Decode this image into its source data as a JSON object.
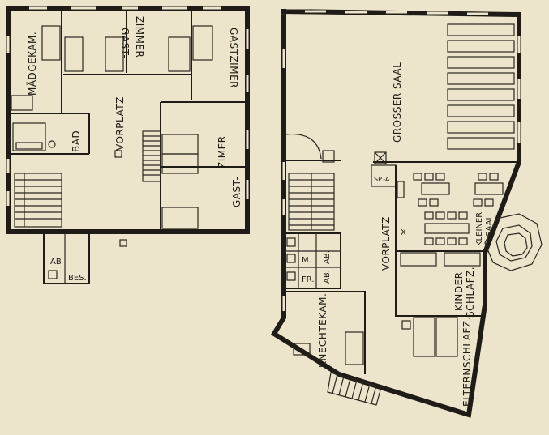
{
  "left_plan": {
    "rooms": {
      "maedgekam": "MÄDGEKAM.",
      "gastzimmer_top_1": "GAST-",
      "gastzimmer_top_2": "ZIMMER",
      "gastzimer_right": "GASTZIMER",
      "vorplatz": "VORPLATZ",
      "bad": "BAD",
      "gastzimer_lower_1": "GAST-",
      "gastzimer_lower_2": "ZIMER",
      "ab": "AB",
      "bes": "BES."
    }
  },
  "right_plan": {
    "rooms": {
      "grosser_saal": "GROSSER SAAL",
      "spa": "SP.-A.",
      "kleiner_saal_1": "KLEINER",
      "kleiner_saal_2": "SAAL",
      "vorplatz": "VORPLATZ",
      "m": "M.",
      "ab_upper": "AB.",
      "fr": "FR.",
      "ab_lower": "AB.",
      "kinder_1": "KINDER",
      "kinder_2": "SCHLAFZ.",
      "knechtekam": "KNECHTEKAM.",
      "elternschlafz": "ELTERNSCHLAFZ.",
      "x_mark": "X"
    }
  }
}
